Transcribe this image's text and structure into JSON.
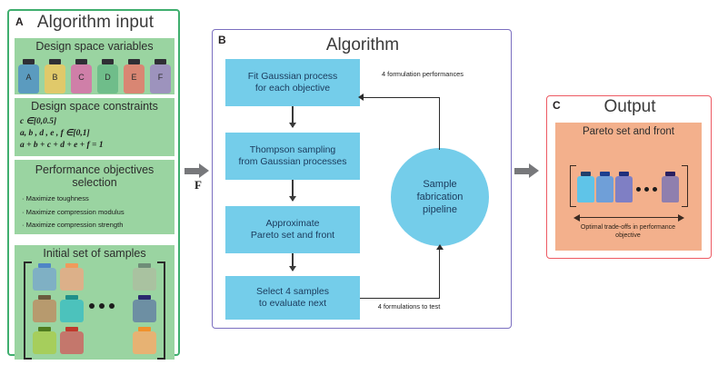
{
  "panelA": {
    "tag": "A",
    "title": "Algorithm input",
    "border_color": "#3fae6e",
    "block_bg": "#9ad4a1",
    "variables": {
      "title": "Design space variables",
      "bottles": [
        {
          "label": "A",
          "body_color": "#5b9bbf",
          "cap_color": "#2f2f35"
        },
        {
          "label": "B",
          "body_color": "#e0c96a",
          "cap_color": "#2f2f35"
        },
        {
          "label": "C",
          "body_color": "#cf7fa8",
          "cap_color": "#2f2f35"
        },
        {
          "label": "D",
          "body_color": "#6fbd8a",
          "cap_color": "#2f2f35"
        },
        {
          "label": "E",
          "body_color": "#d98673",
          "cap_color": "#2f2f35"
        },
        {
          "label": "F",
          "body_color": "#9d93bd",
          "cap_color": "#2f2f35"
        }
      ],
      "bottle_tops": [
        "#2a6fb0",
        "#f0a128",
        "#e8129a",
        "#17a34a",
        "#ee2b26",
        "#8b35b5"
      ]
    },
    "constraints": {
      "title": "Design space constraints",
      "lines": [
        "c ∈[0,0.5]",
        "a, b , d , e , f ∈[0,1]",
        "a + b + c + d + e + f = 1"
      ]
    },
    "objectives": {
      "title": "Performance objectives selection",
      "items": [
        "· Maximize toughness",
        "· Maximize compression modulus",
        "· Maximize compression strength"
      ]
    },
    "samples": {
      "title": "Initial set of samples",
      "columns": [
        [
          "#7fb0c4",
          "#b79a6e",
          "#a6ce5c"
        ],
        [
          "#dcb089",
          "#4cc2bc",
          "#c4776c"
        ],
        [
          "#a9c2a0",
          "#6d8fa3",
          "#e7b273"
        ]
      ],
      "column_caps": [
        [
          "#4f86c6",
          "#6b5a3e",
          "#4f7d1f"
        ],
        [
          "#f09a5b",
          "#1f8f8a",
          "#c0392b"
        ],
        [
          "#6f8d78",
          "#2a2a6e",
          "#f0912c"
        ]
      ],
      "ellipsis": "• • •"
    }
  },
  "arrows": {
    "a_to_b_label": "F",
    "color": "#77787b"
  },
  "panelB": {
    "tag": "B",
    "title": "Algorithm",
    "border_color": "#7b6fc0",
    "box_color": "#74cdea",
    "boxes": [
      {
        "line1": "Fit Gaussian process",
        "line2": "for each objective"
      },
      {
        "line1": "Thompson sampling",
        "line2": "from Gaussian processes"
      },
      {
        "line1": "Approximate",
        "line2": "Pareto set and front"
      },
      {
        "line1": "Select 4 samples",
        "line2": "to evaluate next"
      }
    ],
    "circle": {
      "line1": "Sample",
      "line2": "fabrication",
      "line3": "pipeline"
    },
    "feedback_top": "4 formulation performances",
    "feedback_bottom": "4 formulations to test"
  },
  "panelC": {
    "tag": "C",
    "title": "Output",
    "border_color": "#ed5a63",
    "block_bg": "#f3b08c",
    "block_title": "Pareto set and front",
    "caption": "Optimal trade-offs in performance objective",
    "bottles": [
      {
        "body_color": "#5fc4e8",
        "cap_color": "#22406b"
      },
      {
        "body_color": "#6f9fd8",
        "cap_color": "#1d3f8f"
      },
      {
        "body_color": "#7f7fc4",
        "cap_color": "#20307d"
      },
      {
        "body_color": "#8f7fae",
        "cap_color": "#2a2060"
      }
    ],
    "ellipsis": "• • •"
  }
}
